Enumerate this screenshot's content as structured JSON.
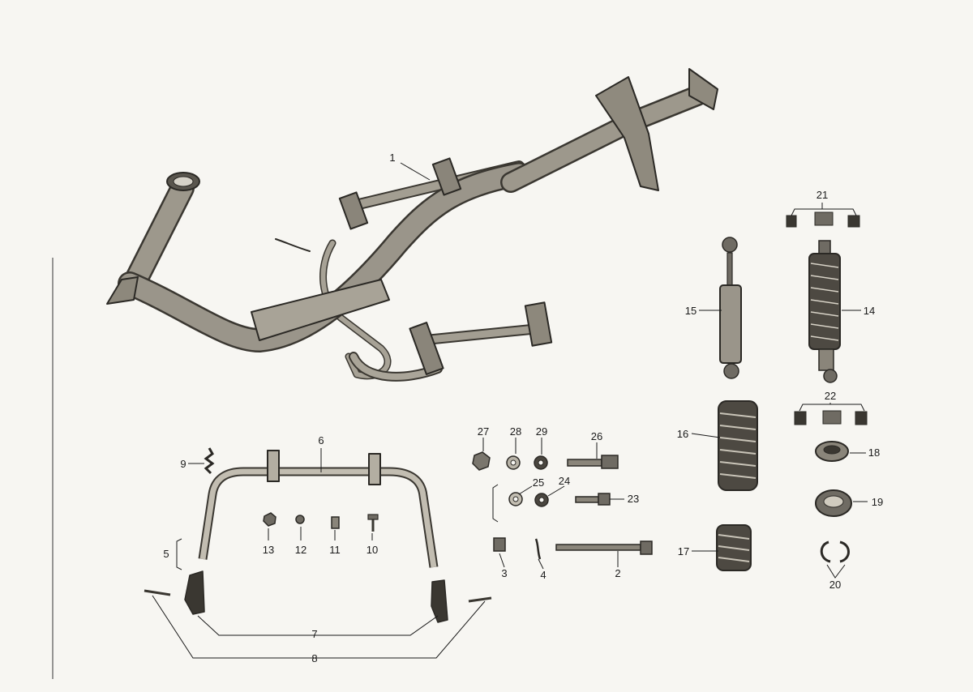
{
  "callouts": {
    "c1": "1",
    "c2": "2",
    "c3": "3",
    "c4": "4",
    "c5": "5",
    "c6": "6",
    "c7": "7",
    "c8": "8",
    "c9": "9",
    "c10": "10",
    "c11": "11",
    "c12": "12",
    "c13": "13",
    "c14": "14",
    "c15": "15",
    "c16": "16",
    "c17": "17",
    "c18": "18",
    "c19": "19",
    "c20": "20",
    "c21": "21",
    "c22": "22",
    "c23": "23",
    "c24": "24",
    "c25": "25",
    "c26": "26",
    "c27": "27",
    "c28": "28",
    "c29": "29"
  },
  "colors": {
    "ink": "#1a1a1a",
    "frame_fill": "#9a958a",
    "frame_stroke": "#2b2925",
    "part_fill": "#6f6b63",
    "paper": "#f7f6f2"
  }
}
